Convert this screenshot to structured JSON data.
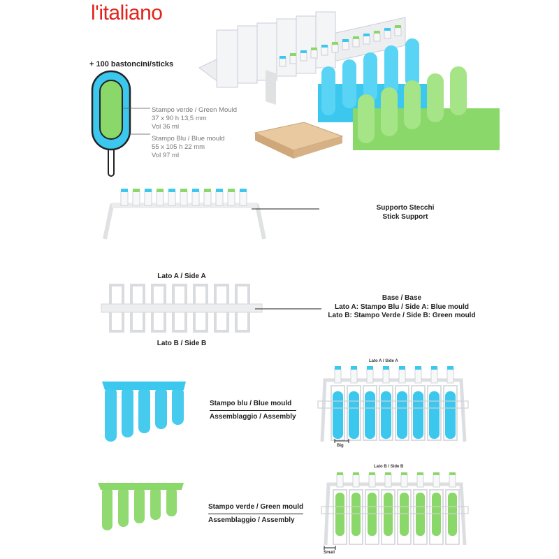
{
  "brand": "l'italiano",
  "sticks_label": "+ 100 bastoncini/sticks",
  "green_spec": [
    "Stampo verde / Green Mould",
    "37 x 90 h 13,5 mm",
    "Vol 36 ml"
  ],
  "blue_spec": [
    "Stampo Blu / Blue mould",
    "55 x 105 h 22 mm",
    "Vol 97 ml"
  ],
  "support": [
    "Supporto Stecchi",
    "Stick Support"
  ],
  "base_side_a": "Lato A / Side A",
  "base_side_b": "Lato B / Side B",
  "base_desc": [
    "Base / Base",
    "Lato A: Stampo Blu / Side A: Blue mould",
    "Lato B: Stampo Verde / Side B: Green mould"
  ],
  "blue_row": [
    "Stampo blu / Blue mould",
    "Assemblaggio / Assembly"
  ],
  "blue_assembly_side": "Lato A / Side A",
  "blue_assembly_size": "Big",
  "green_row": [
    "Stampo verde / Green mould",
    "Assemblaggio / Assembly"
  ],
  "green_assembly_side": "Lato B / Side B",
  "green_assembly_size": "Small",
  "colors": {
    "brand_red": "#e2231a",
    "blue_mould": "#3cc8ee",
    "green_mould": "#8bd86a",
    "frame_gray": "#e6e8ea"
  }
}
